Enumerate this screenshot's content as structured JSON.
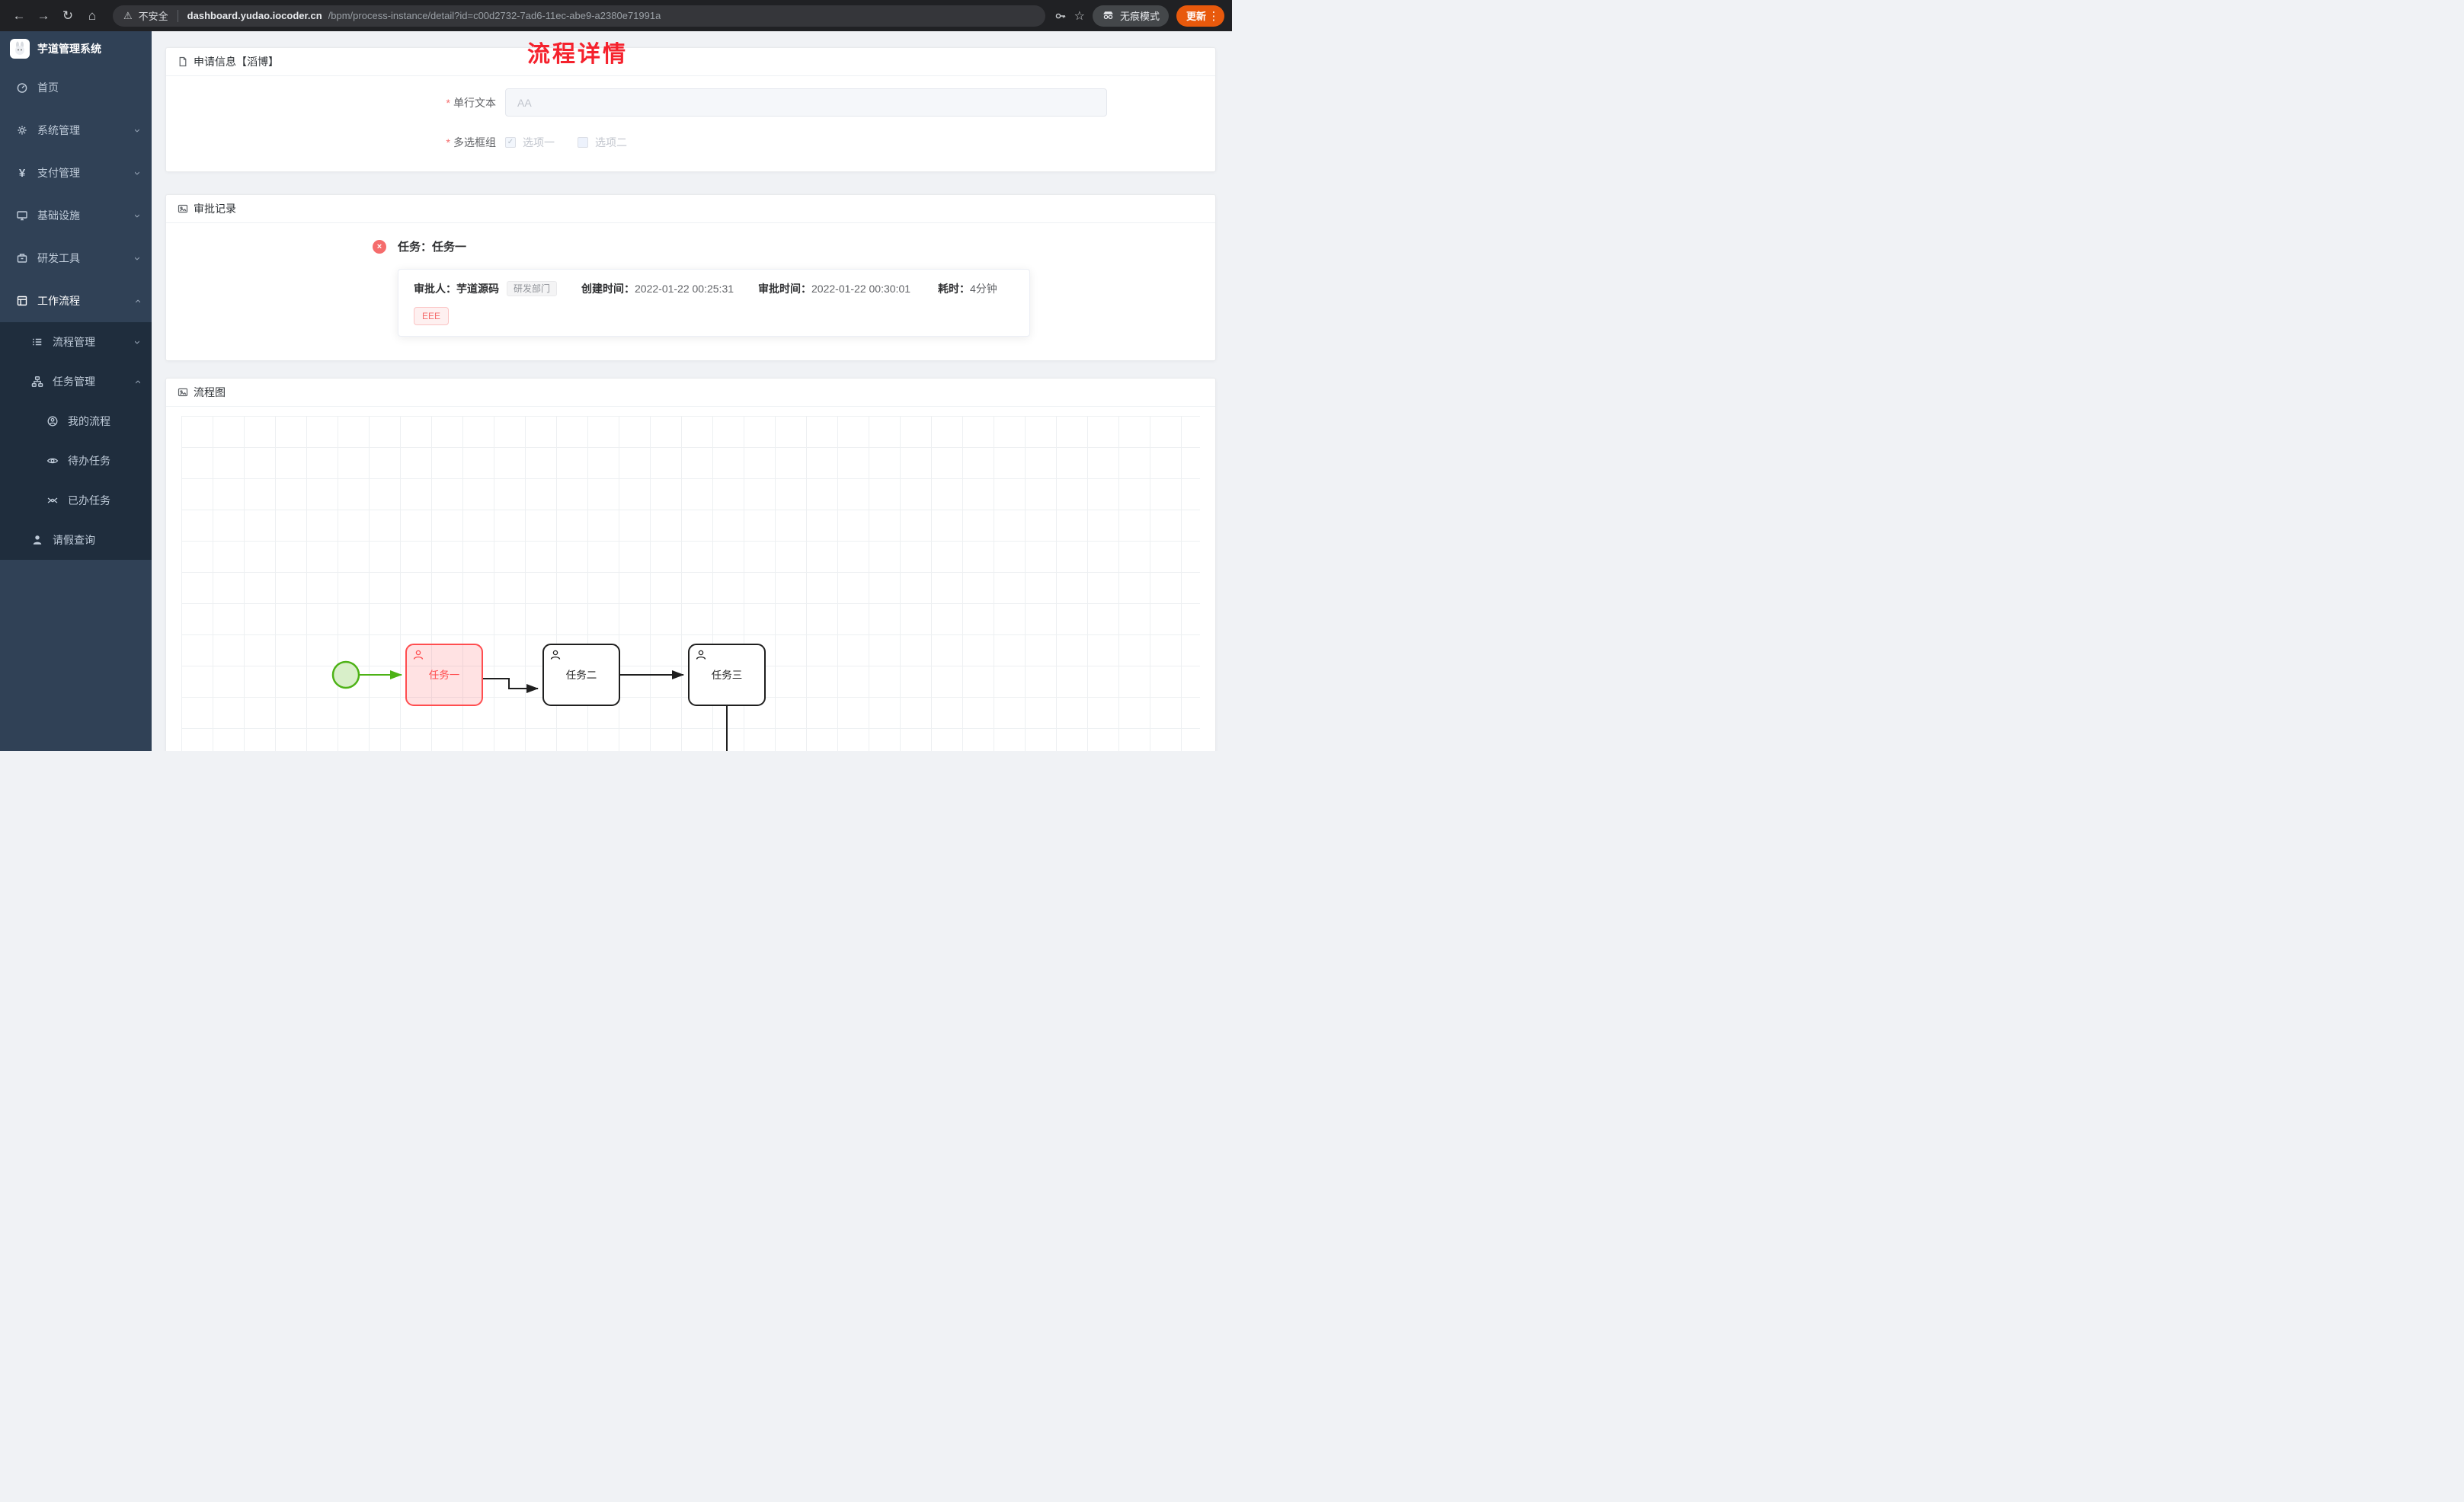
{
  "icons": {
    "back": "←",
    "forward": "→",
    "refresh": "↻",
    "home": "⌂",
    "star": "☆",
    "more": "⋮",
    "chevron": "›",
    "check": "✓",
    "close": "×",
    "yen": "¥",
    "warning": "⚠"
  },
  "browser": {
    "security_label": "不安全",
    "url_host": "dashboard.yudao.iocoder.cn",
    "url_path": "/bpm/process-instance/detail?id=c00d2732-7ad6-11ec-abe9-a2380e71991a",
    "incognito_label": "无痕模式",
    "update_label": "更新"
  },
  "sidebar": {
    "title": "芋道管理系统",
    "items": [
      {
        "label": "首页"
      },
      {
        "label": "系统管理"
      },
      {
        "label": "支付管理"
      },
      {
        "label": "基础设施"
      },
      {
        "label": "研发工具"
      },
      {
        "label": "工作流程"
      },
      {
        "label": "流程管理"
      },
      {
        "label": "任务管理"
      },
      {
        "label": "我的流程"
      },
      {
        "label": "待办任务"
      },
      {
        "label": "已办任务"
      },
      {
        "label": "请假查询"
      }
    ]
  },
  "page": {
    "title": "流程详情"
  },
  "cards": {
    "apply": {
      "header": "申请信息【滔博】",
      "required_mark": "*",
      "text_label": "单行文本",
      "text_placeholder": "AA",
      "checkbox_label": "多选框组",
      "option1": "选项一",
      "option2": "选项二"
    },
    "records": {
      "header": "审批记录",
      "task_title": "任务：任务一",
      "approver_label": "审批人：",
      "approver": "芋道源码",
      "dept_tag": "研发部门",
      "create_label": "创建时间：",
      "create_time": "2022-01-22 00:25:31",
      "approve_label": "审批时间：",
      "approve_time": "2022-01-22 00:30:01",
      "duration_label": "耗时：",
      "duration": "4分钟",
      "comment_tag": "EEE"
    },
    "diagram": {
      "header": "流程图",
      "nodes": {
        "n1": "任务一",
        "n2": "任务二",
        "n3": "任务三"
      }
    }
  },
  "colors": {
    "title_red": "#f5222d",
    "node_red": "#ff4d4f",
    "start_green": "#4db216",
    "sidebar_bg": "#304156",
    "submenu_bg": "#1f2d3d",
    "update_button": "#e8590c",
    "danger": "#f56c6c"
  }
}
